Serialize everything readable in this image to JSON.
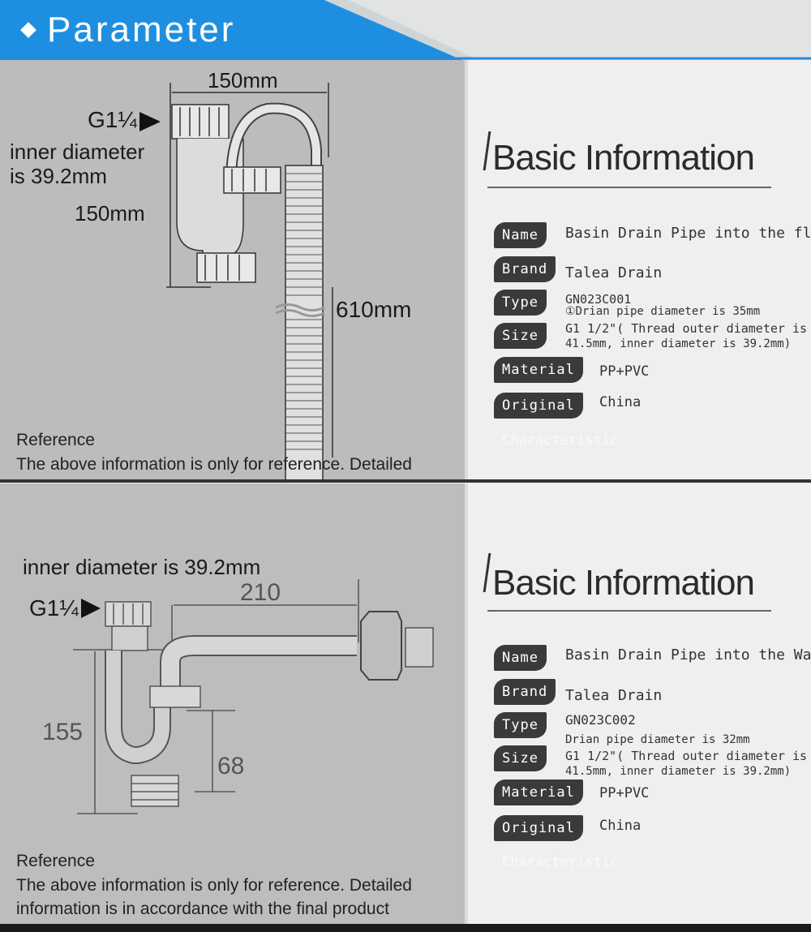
{
  "header": {
    "title": "Parameter",
    "bg_color": "#1e90e0"
  },
  "products": [
    {
      "diagram_labels": {
        "width": "150mm",
        "thread": "G1¼",
        "inner_diameter_line1": "inner diameter",
        "inner_diameter_line2": "is 39.2mm",
        "height": "150mm",
        "hose_length": "610mm"
      },
      "reference": {
        "title": "Reference",
        "text": "The above information is only for reference. Detailed"
      },
      "info": {
        "title": "Basic Information",
        "name_tag": "Name",
        "name_value": "Basin Drain Pipe into the floor",
        "brand_tag": "Brand",
        "brand_value": "Talea Drain",
        "type_tag": "Type",
        "type_value": "GN023C001",
        "size_tag": "Size",
        "size_line1": "①Drian pipe diameter is 35mm",
        "size_line2": "G1 1/2\"( Thread outer diameter is",
        "size_line3": "41.5mm, inner diameter is 39.2mm)",
        "material_tag": "Material",
        "material_value": "PP+PVC",
        "origin_tag": "Original",
        "origin_value": "China",
        "characteristic": "Characteristic"
      }
    },
    {
      "diagram_labels": {
        "inner_diameter": "inner diameter is 39.2mm",
        "thread": "G1¼",
        "width": "210",
        "height": "155",
        "trap_height": "68"
      },
      "reference": {
        "title": "Reference",
        "text_line1": "The above information is only for reference. Detailed",
        "text_line2": "information is in accordance with the final product"
      },
      "info": {
        "title": "Basic Information",
        "name_tag": "Name",
        "name_value": "Basin Drain Pipe into the Wall",
        "brand_tag": "Brand",
        "brand_value": "Talea Drain",
        "type_tag": "Type",
        "type_value": "GN023C002",
        "size_tag": "Size",
        "size_line1": "Drian pipe diameter is 32mm",
        "size_line2": "G1 1/2\"( Thread outer diameter is",
        "size_line3": "41.5mm, inner diameter is 39.2mm)",
        "material_tag": "Material",
        "material_value": "PP+PVC",
        "origin_tag": "Original",
        "origin_value": "China",
        "characteristic": "Characteristic"
      }
    }
  ]
}
